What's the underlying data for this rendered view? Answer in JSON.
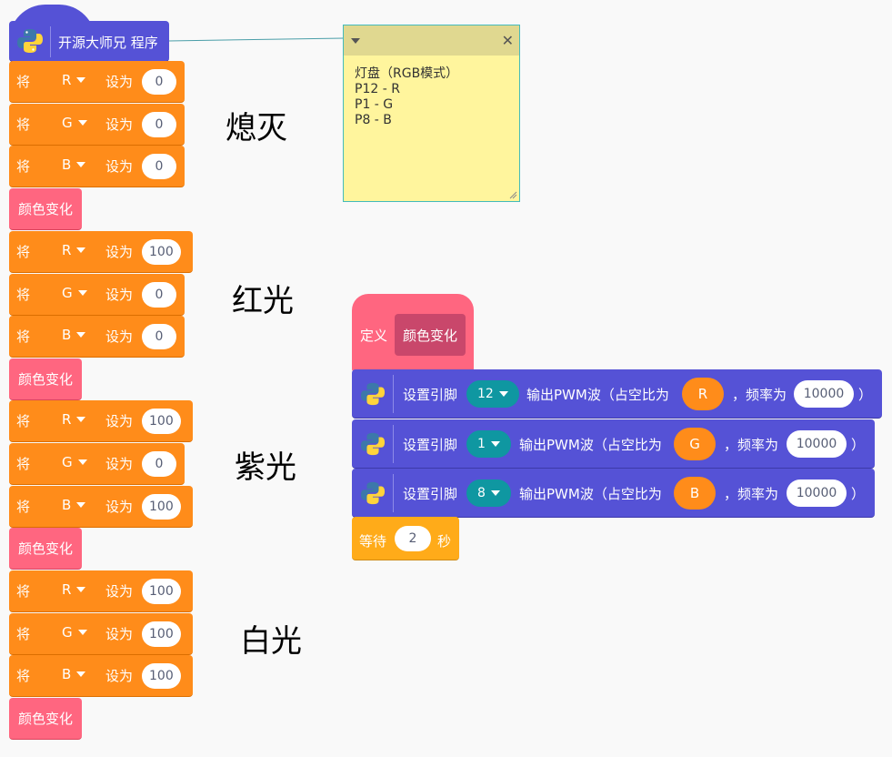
{
  "hat": {
    "label": "开源大师兄 程序"
  },
  "var_blocks": [
    {
      "prefix": "将",
      "var": "R",
      "set": "设为",
      "value": "0"
    },
    {
      "prefix": "将",
      "var": "G",
      "set": "设为",
      "value": "0"
    },
    {
      "prefix": "将",
      "var": "B",
      "set": "设为",
      "value": "0"
    },
    {
      "prefix": "将",
      "var": "R",
      "set": "设为",
      "value": "100"
    },
    {
      "prefix": "将",
      "var": "G",
      "set": "设为",
      "value": "0"
    },
    {
      "prefix": "将",
      "var": "B",
      "set": "设为",
      "value": "0"
    },
    {
      "prefix": "将",
      "var": "R",
      "set": "设为",
      "value": "100"
    },
    {
      "prefix": "将",
      "var": "G",
      "set": "设为",
      "value": "0"
    },
    {
      "prefix": "将",
      "var": "B",
      "set": "设为",
      "value": "100"
    },
    {
      "prefix": "将",
      "var": "R",
      "set": "设为",
      "value": "100"
    },
    {
      "prefix": "将",
      "var": "G",
      "set": "设为",
      "value": "100"
    },
    {
      "prefix": "将",
      "var": "B",
      "set": "设为",
      "value": "100"
    }
  ],
  "call_label": "颜色变化",
  "section_labels": [
    "熄灭",
    "红光",
    "紫光",
    "白光"
  ],
  "note": {
    "lines": [
      "灯盘（RGB模式）",
      "P12 - R",
      "P1 - G",
      "P8 - B"
    ]
  },
  "define": {
    "label": "定义",
    "name": "颜色变化"
  },
  "pwm_blocks": [
    {
      "set_pin": "设置引脚",
      "pin": "12",
      "output": "输出PWM波（占空比为",
      "duty": "R",
      "freq_label": "，频率为",
      "freq": "10000",
      "close": "）"
    },
    {
      "set_pin": "设置引脚",
      "pin": "1",
      "output": "输出PWM波（占空比为",
      "duty": "G",
      "freq_label": "，频率为",
      "freq": "10000",
      "close": "）"
    },
    {
      "set_pin": "设置引脚",
      "pin": "8",
      "output": "输出PWM波（占空比为",
      "duty": "B",
      "freq_label": "，频率为",
      "freq": "10000",
      "close": "）"
    }
  ],
  "wait": {
    "label": "等待",
    "value": "2",
    "unit": "秒"
  },
  "colors": {
    "hat": "#5552d6",
    "variable": "#ff8c1a",
    "call": "#ff6680",
    "pin": "#0f97a1",
    "wait": "#ffab19",
    "note": "#fff59d"
  }
}
